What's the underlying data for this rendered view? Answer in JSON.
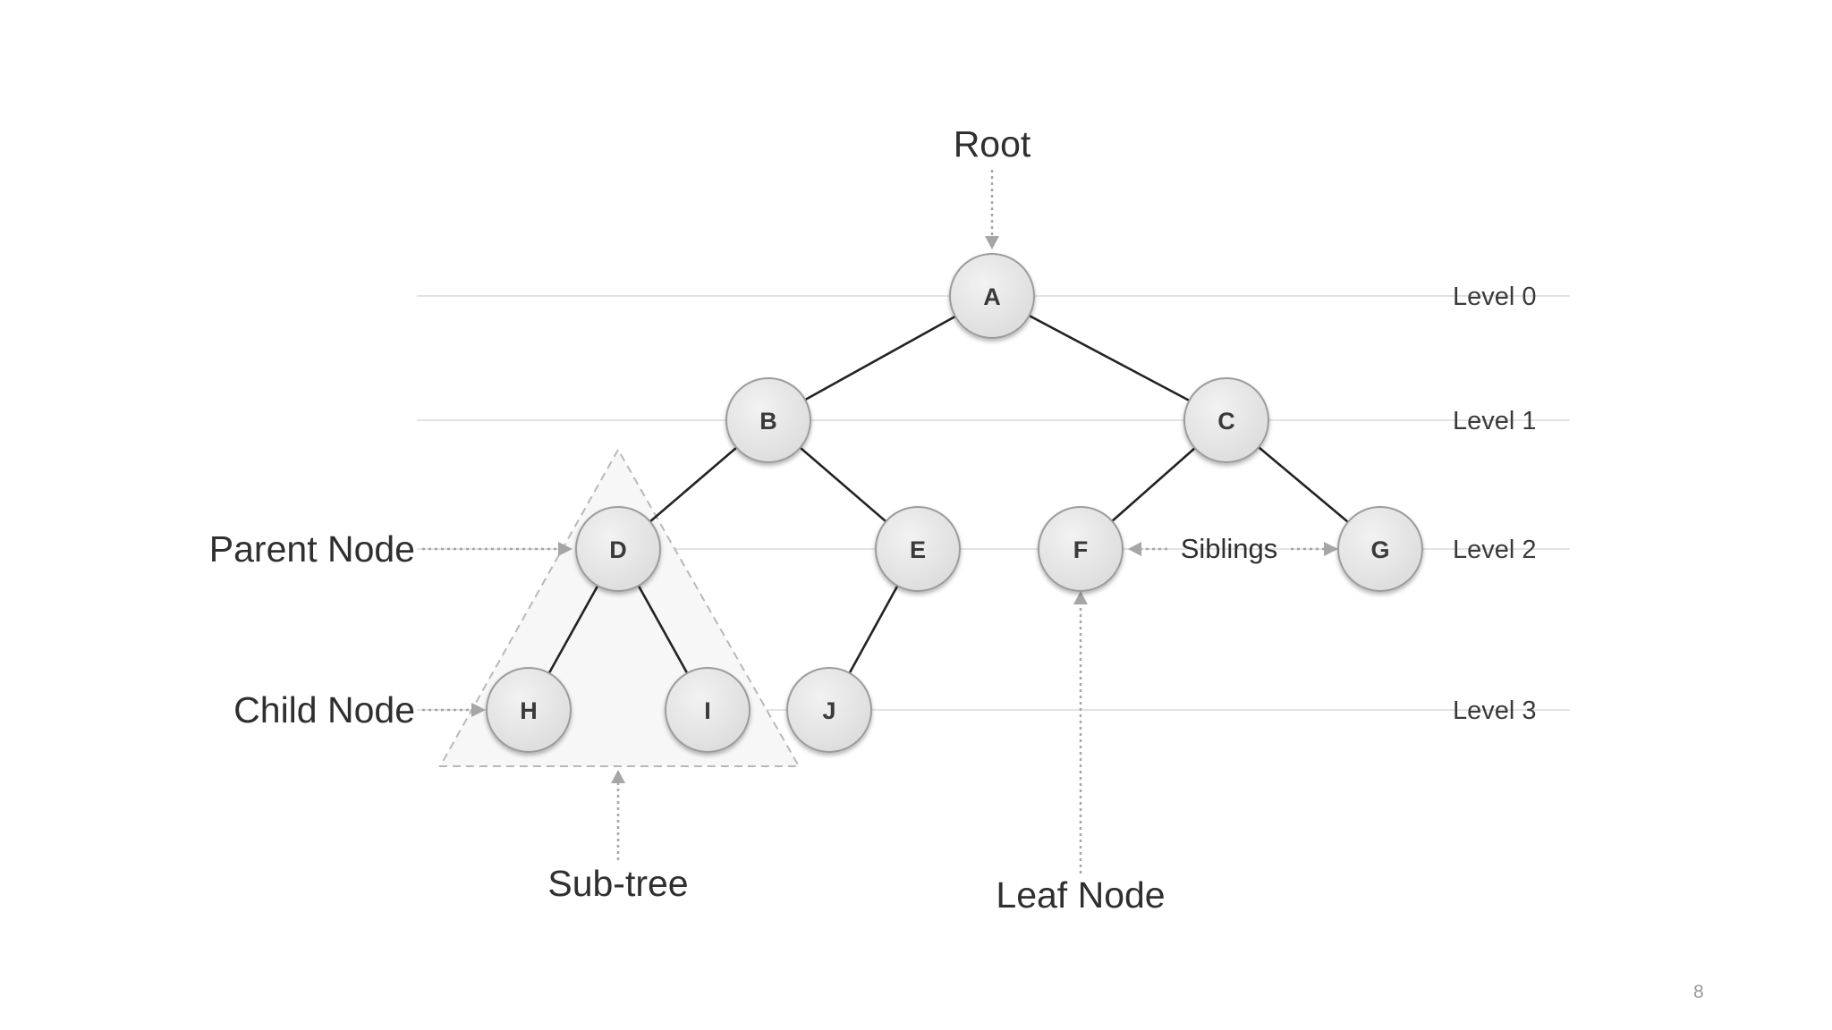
{
  "diagram": {
    "nodes": [
      {
        "id": "A",
        "label": "A"
      },
      {
        "id": "B",
        "label": "B"
      },
      {
        "id": "C",
        "label": "C"
      },
      {
        "id": "D",
        "label": "D"
      },
      {
        "id": "E",
        "label": "E"
      },
      {
        "id": "F",
        "label": "F"
      },
      {
        "id": "G",
        "label": "G"
      },
      {
        "id": "H",
        "label": "H"
      },
      {
        "id": "I",
        "label": "I"
      },
      {
        "id": "J",
        "label": "J"
      }
    ],
    "edges": [
      [
        "A",
        "B"
      ],
      [
        "A",
        "C"
      ],
      [
        "B",
        "D"
      ],
      [
        "B",
        "E"
      ],
      [
        "C",
        "F"
      ],
      [
        "C",
        "G"
      ],
      [
        "D",
        "H"
      ],
      [
        "D",
        "I"
      ],
      [
        "E",
        "J"
      ]
    ],
    "levels": [
      "Level 0",
      "Level 1",
      "Level 2",
      "Level 3"
    ],
    "annotations": {
      "root": "Root",
      "parent_node": "Parent Node",
      "child_node": "Child Node",
      "siblings": "Siblings",
      "sub_tree": "Sub-tree",
      "leaf_node": "Leaf Node"
    }
  },
  "page_number": "8",
  "colors": {
    "node_fill": "#e4e4e4",
    "node_stroke": "#9c9c9c",
    "edge": "#222222",
    "level_line": "#e3e3e3",
    "arrow": "#a6a6a6",
    "subtree_fill": "#f7f7f7",
    "subtree_stroke": "#b8b8b8"
  }
}
